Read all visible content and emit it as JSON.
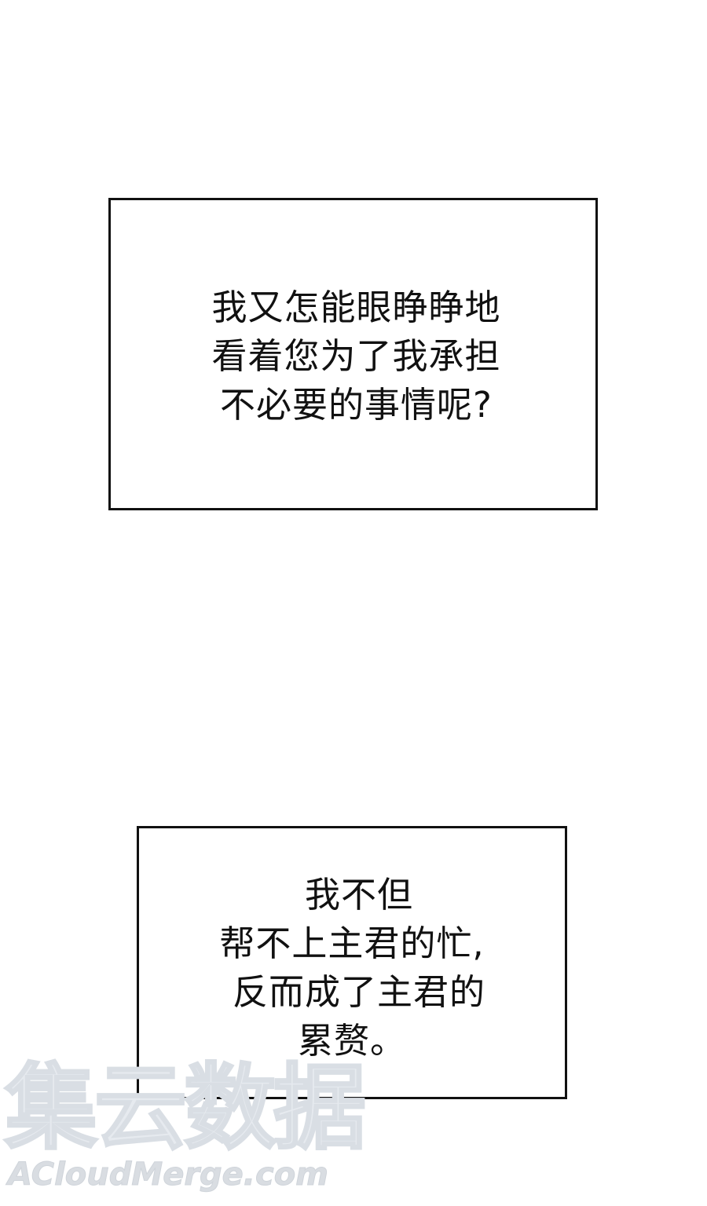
{
  "captions": [
    {
      "lines": [
        "我又怎能眼睁睁地",
        "看着您为了我承担",
        "不必要的事情呢?"
      ]
    },
    {
      "lines": [
        "我不但",
        "帮不上主君的忙,",
        "反而成了主君的",
        "累赘。"
      ]
    }
  ],
  "watermark": {
    "title": "集云数据",
    "url": "ACloudMerge.com"
  }
}
